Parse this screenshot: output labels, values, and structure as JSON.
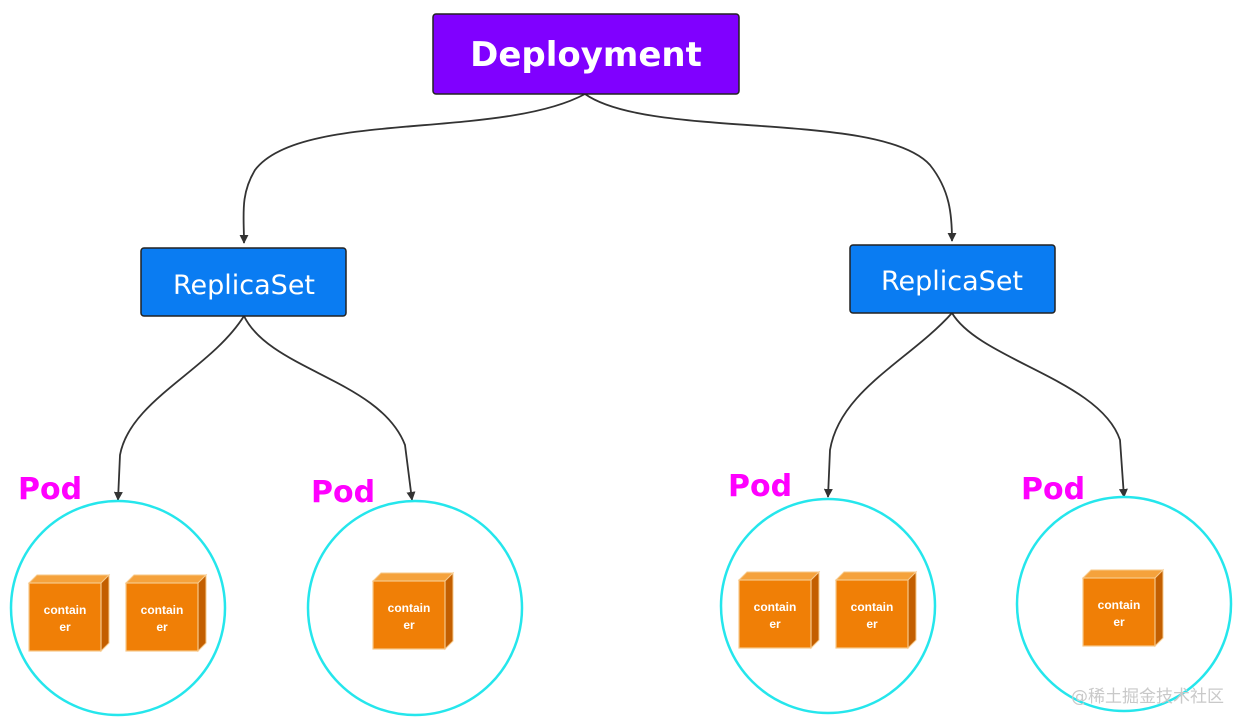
{
  "deployment": {
    "label": "Deployment"
  },
  "replicasets": [
    {
      "label": "ReplicaSet"
    },
    {
      "label": "ReplicaSet"
    }
  ],
  "pods": [
    {
      "label": "Pod",
      "containers": [
        {
          "line1": "contain",
          "line2": "er"
        },
        {
          "line1": "contain",
          "line2": "er"
        }
      ]
    },
    {
      "label": "Pod",
      "containers": [
        {
          "line1": "contain",
          "line2": "er"
        }
      ]
    },
    {
      "label": "Pod",
      "containers": [
        {
          "line1": "contain",
          "line2": "er"
        },
        {
          "line1": "contain",
          "line2": "er"
        }
      ]
    },
    {
      "label": "Pod",
      "containers": [
        {
          "line1": "contain",
          "line2": "er"
        }
      ]
    }
  ],
  "watermark": "@稀土掘金技术社区",
  "colors": {
    "deployment_fill": "#8000ff",
    "replicaset_fill": "#0a7cf2",
    "pod_label": "#ff00ff",
    "pod_circle": "#25e6ec",
    "container_front": "#f07f06",
    "container_top": "#f5a23c",
    "container_side": "#c35f00",
    "connector": "#333333"
  }
}
